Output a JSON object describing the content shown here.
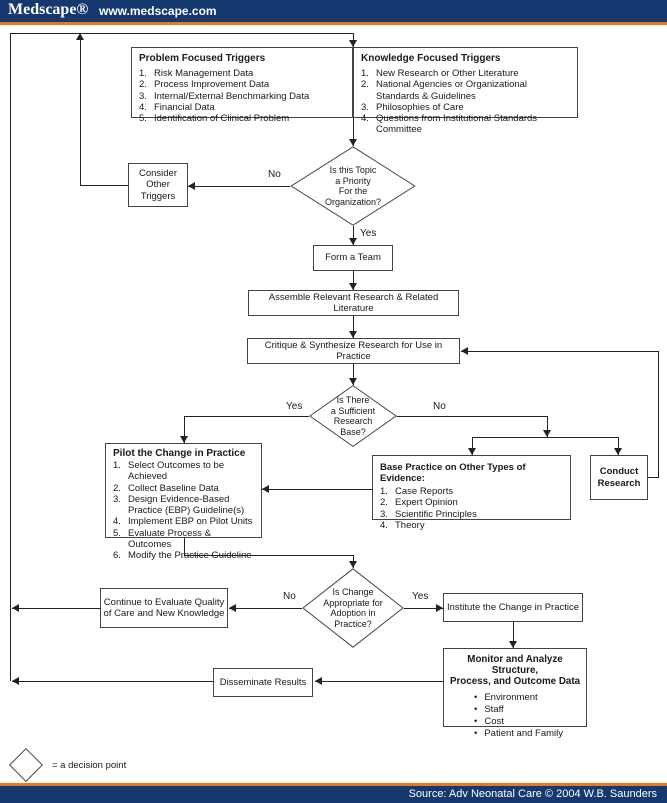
{
  "header": {
    "brand": "Medscape®",
    "site": "www.medscape.com"
  },
  "footer": {
    "source": "Source: Adv Neonatal Care © 2004 W.B. Saunders"
  },
  "legend": {
    "symbol_label": "=  a decision point"
  },
  "colors": {
    "navy": "#15386e",
    "orange": "#e87a1e",
    "line": "#222222",
    "box_border": "#444444"
  },
  "flow": {
    "problem": {
      "title": "Problem Focused Triggers",
      "items": [
        {
          "n": "1.",
          "t": "Risk Management Data"
        },
        {
          "n": "2.",
          "t": "Process Improvement Data"
        },
        {
          "n": "3.",
          "t": "Internal/External Benchmarking Data"
        },
        {
          "n": "4.",
          "t": "Financial Data"
        },
        {
          "n": "5.",
          "t": "Identification of Clinical Problem"
        }
      ]
    },
    "knowledge": {
      "title": "Knowledge Focused Triggers",
      "items": [
        {
          "n": "1.",
          "t": "New Research or Other Literature"
        },
        {
          "n": "2.",
          "t": "National Agencies or Organizational Standards & Guidelines"
        },
        {
          "n": "3.",
          "t": "Philosophies of Care"
        },
        {
          "n": "4.",
          "t": "Questions from Institutional Standards Committee"
        }
      ]
    },
    "consider": {
      "text": "Consider\nOther\nTriggers"
    },
    "d1": {
      "text": "Is this Topic\na Priority\nFor the\nOrganization?"
    },
    "form": {
      "text": "Form a Team"
    },
    "assemble": {
      "text": "Assemble Relevant Research & Related Literature"
    },
    "critique": {
      "text": "Critique & Synthesize Research for Use in Practice"
    },
    "d2": {
      "text": "Is There\na Sufficient\nResearch\nBase?"
    },
    "pilot": {
      "title": "Pilot the Change in Practice",
      "items": [
        {
          "n": "1.",
          "t": "Select Outcomes to be Achieved"
        },
        {
          "n": "2.",
          "t": "Collect Baseline Data"
        },
        {
          "n": "3.",
          "t": "Design Evidence-Based Practice (EBP) Guideline(s)"
        },
        {
          "n": "4.",
          "t": "Implement EBP on Pilot Units"
        },
        {
          "n": "5.",
          "t": "Evaluate Process & Outcomes"
        },
        {
          "n": "6.",
          "t": "Modify the Practice Guideline"
        }
      ]
    },
    "base": {
      "title": "Base Practice on Other Types of Evidence:",
      "items": [
        {
          "n": "1.",
          "t": "Case Reports"
        },
        {
          "n": "2.",
          "t": "Expert Opinion"
        },
        {
          "n": "3.",
          "t": "Scientific Principles"
        },
        {
          "n": "4.",
          "t": "Theory"
        }
      ]
    },
    "conduct": {
      "text": "Conduct\nResearch"
    },
    "d3": {
      "text": "Is Change\nAppropriate for\nAdoption in\nPractice?"
    },
    "continue_eval": {
      "text": "Continue to Evaluate Quality\nof Care and New Knowledge"
    },
    "institute": {
      "text": "Institute the Change in Practice"
    },
    "monitor": {
      "title": "Monitor and Analyze Structure,\nProcess, and Outcome Data",
      "bullets": [
        "Environment",
        "Staff",
        "Cost",
        "Patient and Family"
      ]
    },
    "disseminate": {
      "text": "Disseminate Results"
    },
    "labels": {
      "no1": "No",
      "yes1": "Yes",
      "yes2": "Yes",
      "no2": "No",
      "no3": "No",
      "yes3": "Yes"
    }
  }
}
